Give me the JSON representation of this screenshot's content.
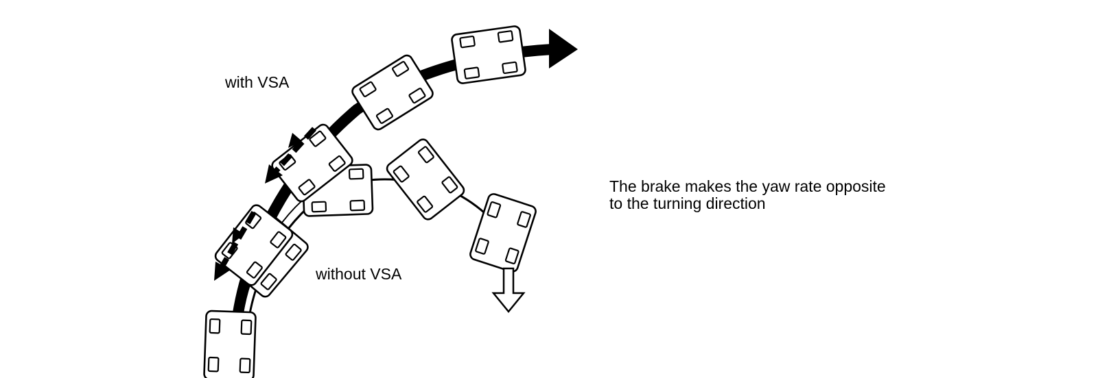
{
  "labels": {
    "with_vsa": "with VSA",
    "without_vsa": "without VSA",
    "explanation_line1": "The brake makes the yaw rate opposite",
    "explanation_line2": "to the turning direction"
  },
  "colors": {
    "ink": "#000000",
    "background": "#ffffff"
  },
  "icons": {
    "vehicle": "car-top-view-icon",
    "path_arrow": "curved-path-arrow-icon",
    "force_arrow": "brake-force-arrow-icon",
    "drift_arrow": "hollow-down-arrow-icon"
  }
}
